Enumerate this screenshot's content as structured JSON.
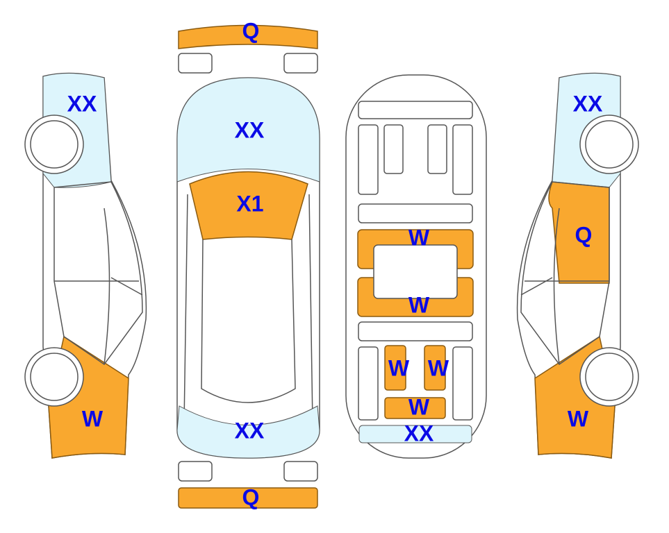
{
  "colors": {
    "damage_orange": "#f9a82f",
    "glass_blue": "#ddf5fc",
    "label_blue": "#0a0ae6"
  },
  "left_side": {
    "roof_label": "XX",
    "rear_label": "W"
  },
  "top_view": {
    "front_bumper_label": "Q",
    "hood_label": "XX",
    "windshield_label": "X1",
    "trunk_label": "XX",
    "rear_bumper_label": "Q"
  },
  "floor_view": {
    "upper_frame_label": "W",
    "lower_frame_label": "W",
    "left_seat_label": "W",
    "right_seat_label": "W",
    "rear_bar_label": "W",
    "rear_panel_label": "XX"
  },
  "right_side": {
    "roof_label": "XX",
    "door_label": "Q",
    "rear_label": "W"
  }
}
